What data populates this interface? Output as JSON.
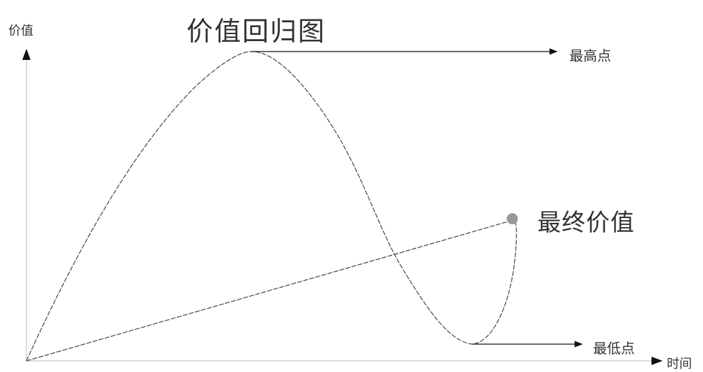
{
  "title": "价值回归图",
  "axes": {
    "y_label": "价值",
    "x_label": "时间"
  },
  "annotations": {
    "highest": "最高点",
    "final_value": "最终价值",
    "lowest": "最低点"
  },
  "colors": {
    "line": "#333333",
    "axis": "#cccccc",
    "final_dot": "#999999"
  }
}
